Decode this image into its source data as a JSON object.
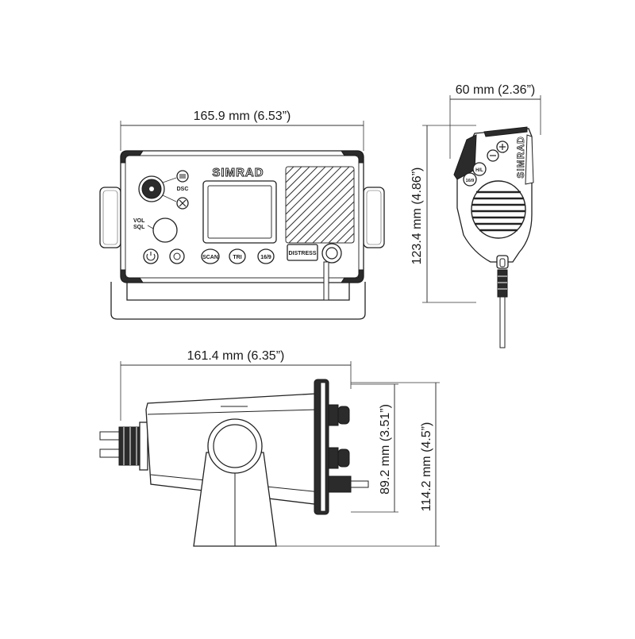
{
  "dimensions": {
    "front_width": "165.9 mm (6.53”)",
    "mic_width": "60 mm (2.36”)",
    "front_height": "123.4 mm (4.86”)",
    "side_depth": "161.4 mm (6.35”)",
    "side_depth_panel": "89.2 mm (3.51”)",
    "side_height": "114.2 mm (4.5”)"
  },
  "radio": {
    "brand": "SIMRAD",
    "dsc_label": "DSC",
    "vol_label": "VOL",
    "sql_label": "SQL",
    "scan_label": "SCAN",
    "tri_label": "TRI",
    "ch16_label": "16/9",
    "distress_label": "DISTRESS"
  },
  "mic": {
    "brand": "SIMRAD",
    "hl_label": "H/L",
    "ch16_label": "16/9"
  }
}
